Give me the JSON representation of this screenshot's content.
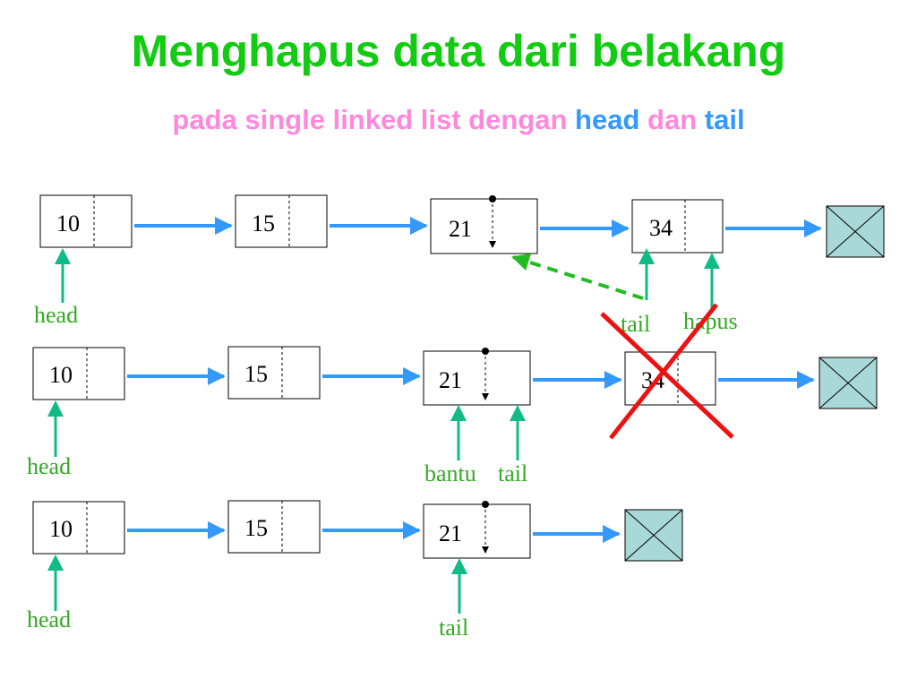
{
  "title": "Menghapus data dari belakang",
  "subtitle": {
    "part1": "pada single linked list dengan",
    "part2": "head",
    "part3": "dan",
    "part4": "tail"
  },
  "colors": {
    "title": "#11cc11",
    "subtitle_pink": "#ff88dd",
    "subtitle_blue": "#3399ff",
    "link_arrow": "#3399ff",
    "pointer_arrow": "#11bb88",
    "label": "#33aa22",
    "null_fill": "#a8d8d8",
    "new_link": "#22bb22",
    "delete_mark": "#ee1111"
  },
  "rows": [
    {
      "nodes": [
        "10",
        "15",
        "21",
        "34"
      ],
      "labels": {
        "head": "head",
        "tail": "tail",
        "hapus": "hapus"
      }
    },
    {
      "nodes": [
        "10",
        "15",
        "21",
        "34"
      ],
      "labels": {
        "head": "head",
        "bantu": "bantu",
        "tail": "tail"
      }
    },
    {
      "nodes": [
        "10",
        "15",
        "21"
      ],
      "labels": {
        "head": "head",
        "tail": "tail"
      }
    }
  ]
}
